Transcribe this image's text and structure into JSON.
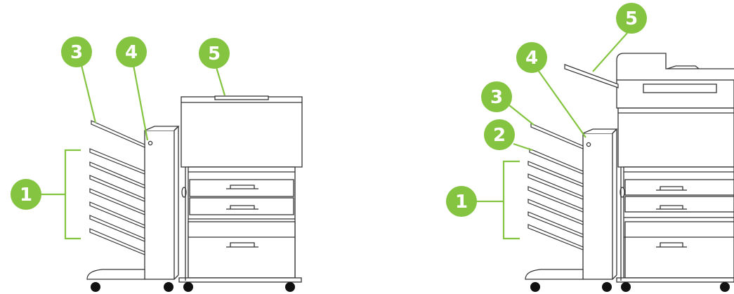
{
  "colors": {
    "callout": "#84c441",
    "callout_text": "#ffffff",
    "leader": "#84c441",
    "outline": "#333333",
    "body": "#ffffff",
    "wheel": "#111111"
  },
  "left_figure": {
    "callouts": [
      {
        "id": "c1",
        "label": "1"
      },
      {
        "id": "c3",
        "label": "3"
      },
      {
        "id": "c4",
        "label": "4"
      },
      {
        "id": "c5",
        "label": "5"
      }
    ]
  },
  "right_figure": {
    "callouts": [
      {
        "id": "c1",
        "label": "1"
      },
      {
        "id": "c2",
        "label": "2"
      },
      {
        "id": "c3",
        "label": "3"
      },
      {
        "id": "c4",
        "label": "4"
      },
      {
        "id": "c5",
        "label": "5"
      }
    ]
  }
}
